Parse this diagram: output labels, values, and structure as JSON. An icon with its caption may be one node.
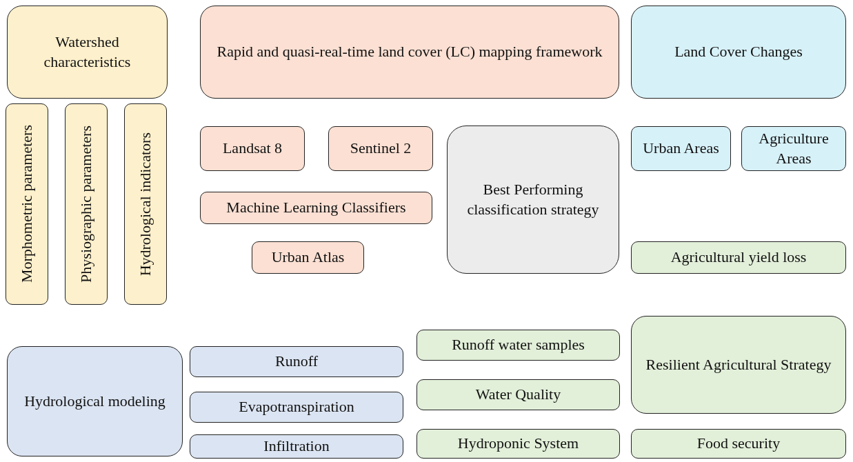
{
  "diagram": {
    "nodes": [
      {
        "text": [
          "Watershed characteristics"
        ]
      },
      {
        "text": [
          "Rapid and quasi-real-time land cover (LC) mapping framework"
        ]
      },
      {
        "text": [
          "Land Cover Changes"
        ]
      },
      {
        "text": [
          "Morphometric parameters"
        ]
      },
      {
        "text": [
          "Physiographic parameters"
        ]
      },
      {
        "text": [
          "Hydrological indicators"
        ]
      },
      {
        "text": [
          "Landsat 8"
        ]
      },
      {
        "text": [
          "Sentinel 2"
        ]
      },
      {
        "text": [
          "Best Performing classification strategy"
        ]
      },
      {
        "text": [
          "Urban Areas"
        ]
      },
      {
        "text": [
          "Agriculture Areas"
        ]
      },
      {
        "text": [
          "Machine Learning Classifiers"
        ]
      },
      {
        "text": [
          "Urban Atlas"
        ]
      },
      {
        "text": [
          "Agricultural yield loss"
        ]
      },
      {
        "text": [
          "Hydrological modeling"
        ]
      },
      {
        "text": [
          "Runoff water samples"
        ]
      },
      {
        "text": [
          "Resilient Agricultural Strategy"
        ]
      },
      {
        "text": [
          "Runoff"
        ]
      },
      {
        "text": [
          "Water Quality"
        ]
      },
      {
        "text": [
          "Evapotranspiration"
        ]
      },
      {
        "text": [
          "Infiltration"
        ]
      },
      {
        "text": [
          "Hydroponic System"
        ]
      },
      {
        "text": [
          "Food security"
        ]
      }
    ]
  }
}
